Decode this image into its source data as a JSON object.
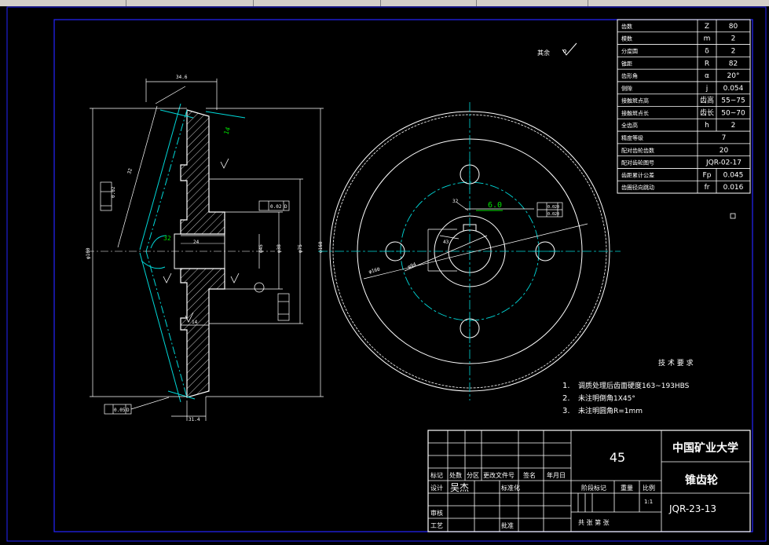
{
  "roughness_label": "其余",
  "param_table": [
    {
      "name": "齿数",
      "symbol": "Z",
      "value": "80"
    },
    {
      "name": "模数",
      "symbol": "m",
      "value": "2"
    },
    {
      "name": "分度圆",
      "symbol": "δ",
      "value": "2"
    },
    {
      "name": "锥距",
      "symbol": "R",
      "value": "82"
    },
    {
      "name": "齿形角",
      "symbol": "α",
      "value": "20°"
    },
    {
      "name": "侧隙",
      "symbol": "j",
      "value": "0.054"
    },
    {
      "name": "接触斑点高",
      "symbol": "齿高",
      "value": "55~75"
    },
    {
      "name": "接触斑点长",
      "symbol": "齿长",
      "value": "50~70"
    },
    {
      "name": "全齿高",
      "symbol": "h",
      "value": "2"
    },
    {
      "name": "精度等级",
      "symbol": "",
      "value": "7"
    },
    {
      "name": "配对齿轮齿数",
      "symbol": "",
      "value": "20"
    },
    {
      "name": "配对齿轮图号",
      "symbol": "",
      "value": "JQR-02-17"
    },
    {
      "name": "齿距累计公差",
      "symbol": "Fp",
      "value": "0.045"
    },
    {
      "name": "齿圈径向跳动",
      "symbol": "fr",
      "value": "0.016"
    }
  ],
  "tech_req": {
    "title": "技 术 要 求",
    "items": [
      {
        "num": "1.",
        "text": "调质处理后齿面硬度163~193HBS"
      },
      {
        "num": "2.",
        "text": "未注明倒角1X45°"
      },
      {
        "num": "3.",
        "text": "未注明圆角R=1mm"
      }
    ]
  },
  "title_block": {
    "material": "45",
    "school": "中国矿业大学",
    "part_name": "锥齿轮",
    "drawing_no": "JQR-23-13",
    "scale": "1:1",
    "rev_headers": [
      "标记",
      "处数",
      "分区",
      "更改文件号",
      "签名",
      "年月日"
    ],
    "design_label": "设计",
    "designer": "吴杰",
    "standard_label": "标准化",
    "review_label": "审核",
    "process_label": "工艺",
    "approve_label": "批准",
    "stage_label": "阶段标记",
    "weight_label": "重量",
    "scale_label": "比例",
    "sheets_label": "共  张  第  张"
  },
  "dims": {
    "front_width": "6.0",
    "keyway_depth": "43",
    "tol_keyway": "0.020",
    "hub_len": "24",
    "face_width": "14",
    "cone_len": "32",
    "angle": "32",
    "d_outer": "φ160",
    "d_hub": "φ45",
    "d_boss": "φ75",
    "d_bore": "φ38",
    "bolt_circle": "φ94",
    "tol_flat": "0.02",
    "tol_flat2": "0.05",
    "tol_runout": "0.02",
    "datum": "D",
    "thickness": "34.6",
    "base_len": "31.4",
    "ref_tip": "14"
  }
}
